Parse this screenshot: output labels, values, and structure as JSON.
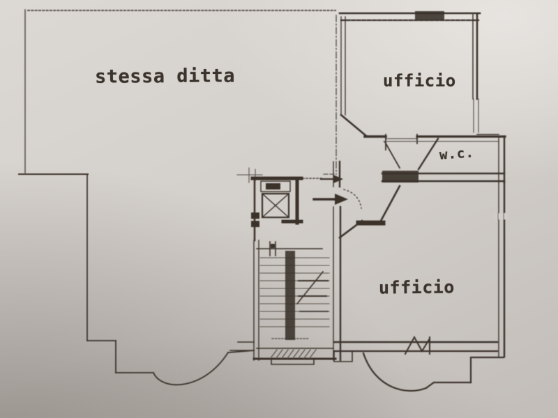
{
  "plan": {
    "rooms": [
      {
        "id": "stessa-ditta",
        "label": "stessa ditta"
      },
      {
        "id": "ufficio-top",
        "label": "ufficio"
      },
      {
        "id": "wc",
        "label": "w.c."
      },
      {
        "id": "ufficio-bottom",
        "label": "ufficio"
      }
    ],
    "icons": [
      {
        "name": "entry-arrow",
        "glyph": "→"
      },
      {
        "name": "elevator-shaft",
        "glyph": "☒"
      },
      {
        "name": "staircase",
        "glyph": "≡"
      }
    ]
  },
  "colors": {
    "paper": "#d3cfcb",
    "paper_light": "#e7e4e0",
    "paper_dark": "#a8a19b",
    "ink": "#3b332c",
    "ink_light": "#5a534c"
  }
}
